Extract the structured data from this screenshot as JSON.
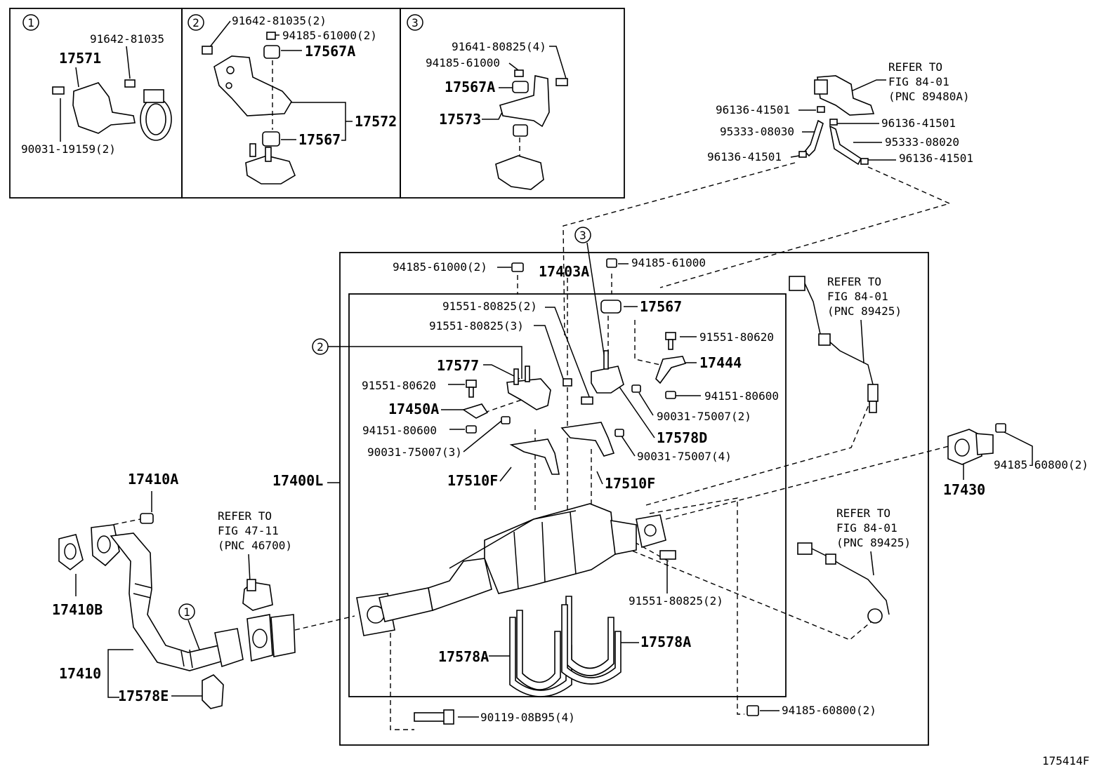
{
  "inset_markers": [
    "1",
    "2",
    "3"
  ],
  "inset1": {
    "p_91642_81035": "91642-81035",
    "p_17571": "17571",
    "p_90031_19159": "90031-19159(2)"
  },
  "inset2": {
    "p_91642_81035": "91642-81035(2)",
    "p_94185_61000": "94185-61000(2)",
    "p_17567A": "17567A",
    "p_17572": "17572",
    "p_17567": "17567"
  },
  "inset3": {
    "p_91641_80825": "91641-80825(4)",
    "p_94185_61000": "94185-61000",
    "p_17567A": "17567A",
    "p_17573": "17573"
  },
  "hoses": {
    "refer_fig": [
      "REFER TO",
      "FIG 84-01",
      "(PNC 89480A)"
    ],
    "p_96136_a": "96136-41501",
    "p_96136_b": "96136-41501",
    "p_95333_08030": "95333-08030",
    "p_95333_08020": "95333-08020",
    "p_96136_c": "96136-41501",
    "p_96136_d": "96136-41501"
  },
  "main": {
    "p_94185_61000_2": "94185-61000(2)",
    "p_17403A": "17403A",
    "p_94185_61000": "94185-61000",
    "p_91551_80825_2": "91551-80825(2)",
    "p_17567": "17567",
    "p_91551_80825_3": "91551-80825(3)",
    "p_91551_80620_r": "91551-80620",
    "p_17577": "17577",
    "p_17444": "17444",
    "p_91551_80620_l": "91551-80620",
    "p_94151_80600_r": "94151-80600",
    "p_17450A": "17450A",
    "p_90031_75007_2": "90031-75007(2)",
    "p_94151_80600_l": "94151-80600",
    "p_17578D": "17578D",
    "p_90031_75007_3": "90031-75007(3)",
    "p_90031_75007_4": "90031-75007(4)",
    "p_17400L": "17400L",
    "p_17510F_l": "17510F",
    "p_17510F_r": "17510F",
    "p_91551_80825_b": "91551-80825(2)",
    "p_17578A_l": "17578A",
    "p_17578A_r": "17578A",
    "p_90119_08B95": "90119-08B95(4)",
    "p_94185_60800_b": "94185-60800(2)"
  },
  "sensor_upper": {
    "refer": [
      "REFER TO",
      "FIG 84-01",
      "(PNC 89425)"
    ]
  },
  "sensor_lower": {
    "refer": [
      "REFER TO",
      "FIG 84-01",
      "(PNC 89425)"
    ]
  },
  "tail": {
    "p_94185_60800": "94185-60800(2)",
    "p_17430": "17430"
  },
  "front_pipe": {
    "p_17410A": "17410A",
    "p_17410B": "17410B",
    "p_17410": "17410",
    "p_17578E": "17578E",
    "refer": [
      "REFER TO",
      "FIG 47-11",
      "(PNC 46700)"
    ]
  },
  "figure_code": "175414F"
}
